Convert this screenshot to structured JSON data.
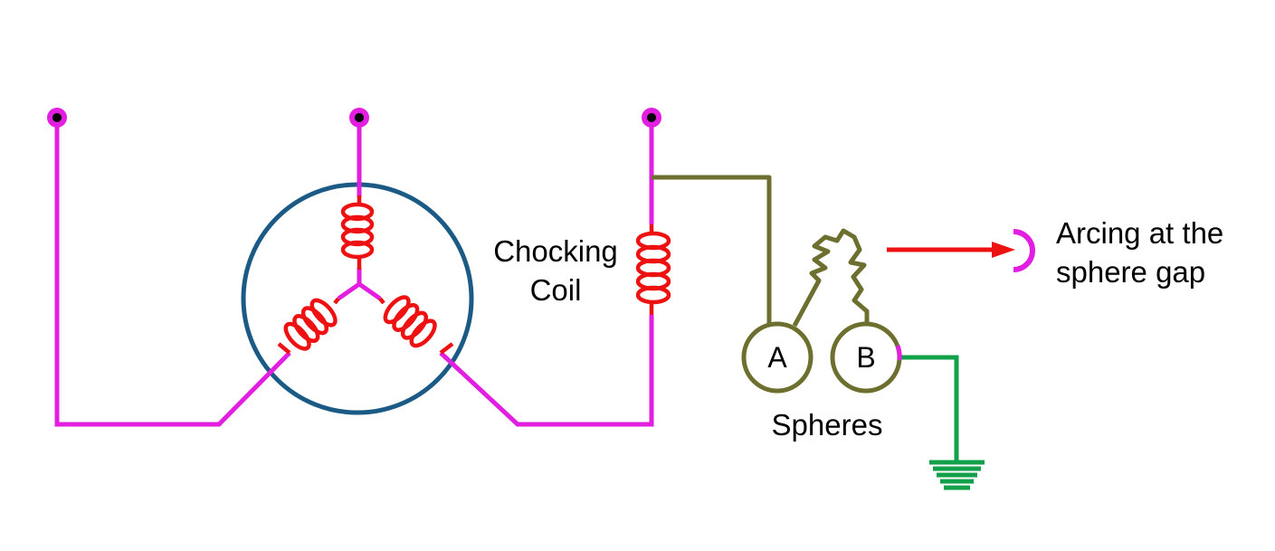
{
  "labels": {
    "choke_line1": "Chocking",
    "choke_line2": "Coil",
    "sphere_a": "A",
    "sphere_b": "B",
    "spheres": "Spheres",
    "arc_line1": "Arcing at the",
    "arc_line2": "sphere gap"
  },
  "colors": {
    "wire": "#e21ee0",
    "coil": "#ee1111",
    "stator": "#1b5a85",
    "gap_wire": "#6d6f2e",
    "ground": "#13a04a",
    "arrow": "#ee1111",
    "terminal_dot": "#000000"
  }
}
